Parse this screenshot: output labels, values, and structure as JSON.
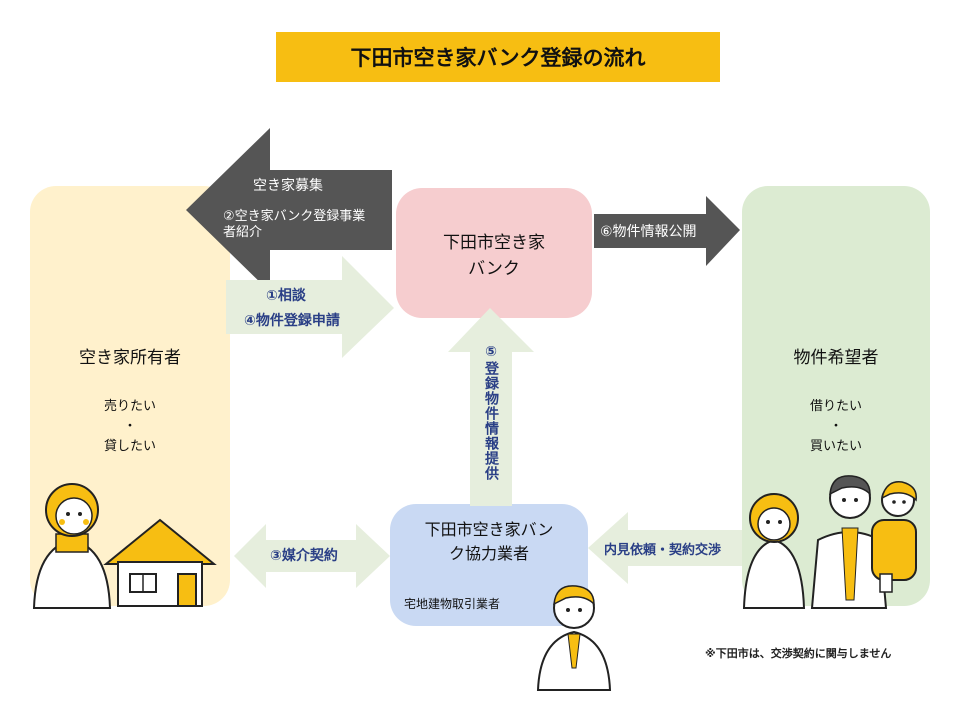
{
  "title": "下田市空き家バンク登録の流れ",
  "owner": {
    "name": "空き家所有者",
    "wants": [
      "売りたい",
      "・",
      "貸したい"
    ]
  },
  "seeker": {
    "name": "物件希望者",
    "wants": [
      "借りたい",
      "・",
      "買いたい"
    ]
  },
  "bank": {
    "name_line1": "下田市空き家",
    "name_line2": "バンク"
  },
  "partner": {
    "name_line1": "下田市空き家バン",
    "name_line2": "ク協力業者",
    "sub": "宅地建物取引業者"
  },
  "arrows": {
    "recruit": "空き家募集",
    "introduce_line1": "②空き家バンク登録事業",
    "introduce_line2": "者紹介",
    "consult": "①相談",
    "register": "④物件登録申請",
    "publish": "⑥物件情報公開",
    "provide": "⑤登録物件情報提供",
    "contract": "③媒介契約",
    "viewing": "内見依頼・契約交渉"
  },
  "note": "※下田市は、交渉契約に関与しません",
  "colors": {
    "yellow": "#f7be12",
    "dark_arrow": "#555555",
    "light_arrow": "#e6eedd",
    "blue_text": "#2a3f86"
  }
}
